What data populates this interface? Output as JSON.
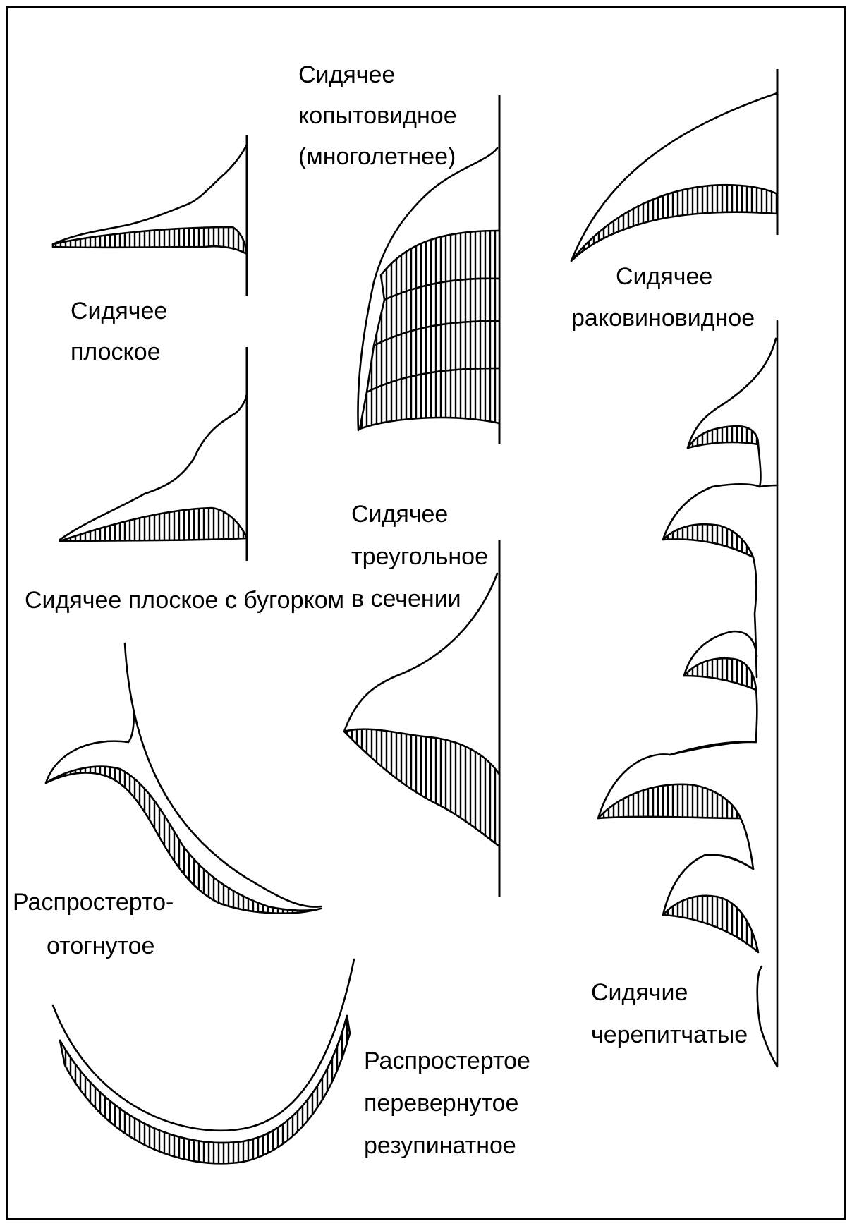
{
  "captions": {
    "flat": [
      "Сидячее",
      "плоское"
    ],
    "hoof": [
      "Сидячее",
      "копытовидное",
      "(многолетнее)"
    ],
    "shell": [
      "Сидячее",
      "раковиновидное"
    ],
    "flat_bump": [
      "Сидячее плоское с бугорком"
    ],
    "triangular": [
      "Сидячее",
      "треугольное",
      "в сечении"
    ],
    "reflexed": [
      "Распростерто-",
      "отогнутое"
    ],
    "imbricate": [
      "Сидячие",
      "черепитчатые"
    ],
    "resupinate": [
      "Распростертое",
      "перевернутое",
      "резупинатное"
    ]
  },
  "colors": {
    "ink": "#000000",
    "paper": "#ffffff"
  }
}
